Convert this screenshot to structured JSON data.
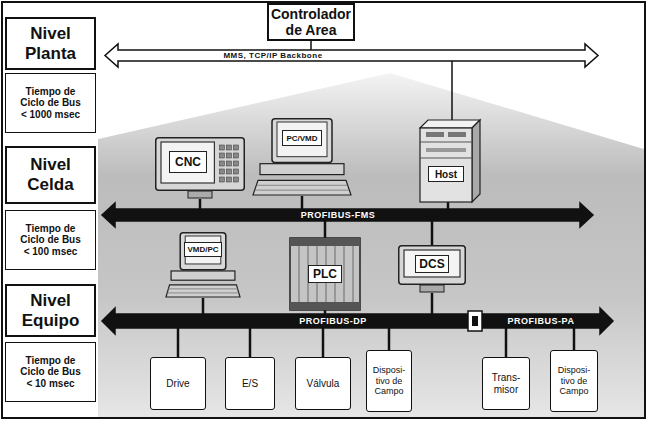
{
  "diagram": {
    "nodes": [
      {
        "text": [
          "Controlador de Area"
        ]
      },
      {
        "text": [
          "Nivel Planta"
        ]
      },
      {
        "text": [
          "Tiempo de Ciclo de Bus < 1000 msec"
        ]
      },
      {
        "text": [
          "MMS, TCP/IP Backbone"
        ]
      },
      {
        "text": [
          "CNC"
        ]
      },
      {
        "text": [
          "PC/VMD"
        ]
      },
      {
        "text": [
          "Host"
        ]
      },
      {
        "text": [
          "Nivel Celda"
        ]
      },
      {
        "text": [
          "Tiempo de Ciclo de Bus < 100 msec"
        ]
      },
      {
        "text": [
          "PROFIBUS-FMS"
        ]
      },
      {
        "text": [
          "VMD/PC"
        ]
      },
      {
        "text": [
          "PLC"
        ]
      },
      {
        "text": [
          "DCS"
        ]
      },
      {
        "text": [
          "Nivel Equipo"
        ]
      },
      {
        "text": [
          "Tiempo de Ciclo de Bus < 10 msec"
        ]
      },
      {
        "text": [
          "PROFIBUS-DP"
        ]
      },
      {
        "text": [
          "PROFIBUS-PA"
        ]
      },
      {
        "text": [
          "Drive"
        ]
      },
      {
        "text": [
          "E/S"
        ]
      },
      {
        "text": [
          "Válvula"
        ]
      },
      {
        "text": [
          "Disposi-tivo de Campo"
        ]
      },
      {
        "text": [
          "Trans-misor"
        ]
      },
      {
        "text": [
          "Disposi-tivo de Campo"
        ]
      }
    ],
    "edges": [
      {
        "from": 0,
        "to": 3,
        "arrow": "none"
      },
      {
        "from": 3,
        "to": 6,
        "arrow": "none"
      },
      {
        "from": 4,
        "to": 9,
        "arrow": "none"
      },
      {
        "from": 5,
        "to": 9,
        "arrow": "none"
      },
      {
        "from": 6,
        "to": 9,
        "arrow": "none"
      },
      {
        "from": 9,
        "to": 11,
        "arrow": "none"
      },
      {
        "from": 9,
        "to": 12,
        "arrow": "none"
      },
      {
        "from": 10,
        "to": 15,
        "arrow": "none"
      },
      {
        "from": 11,
        "to": 15,
        "arrow": "none"
      },
      {
        "from": 12,
        "to": 15,
        "arrow": "none"
      },
      {
        "from": 15,
        "to": 16,
        "arrow": "none"
      },
      {
        "from": 17,
        "to": 15,
        "arrow": "none"
      },
      {
        "from": 18,
        "to": 15,
        "arrow": "none"
      },
      {
        "from": 19,
        "to": 15,
        "arrow": "none"
      },
      {
        "from": 20,
        "to": 15,
        "arrow": "none"
      },
      {
        "from": 21,
        "to": 16,
        "arrow": "none"
      },
      {
        "from": 22,
        "to": 16,
        "arrow": "none"
      }
    ]
  }
}
